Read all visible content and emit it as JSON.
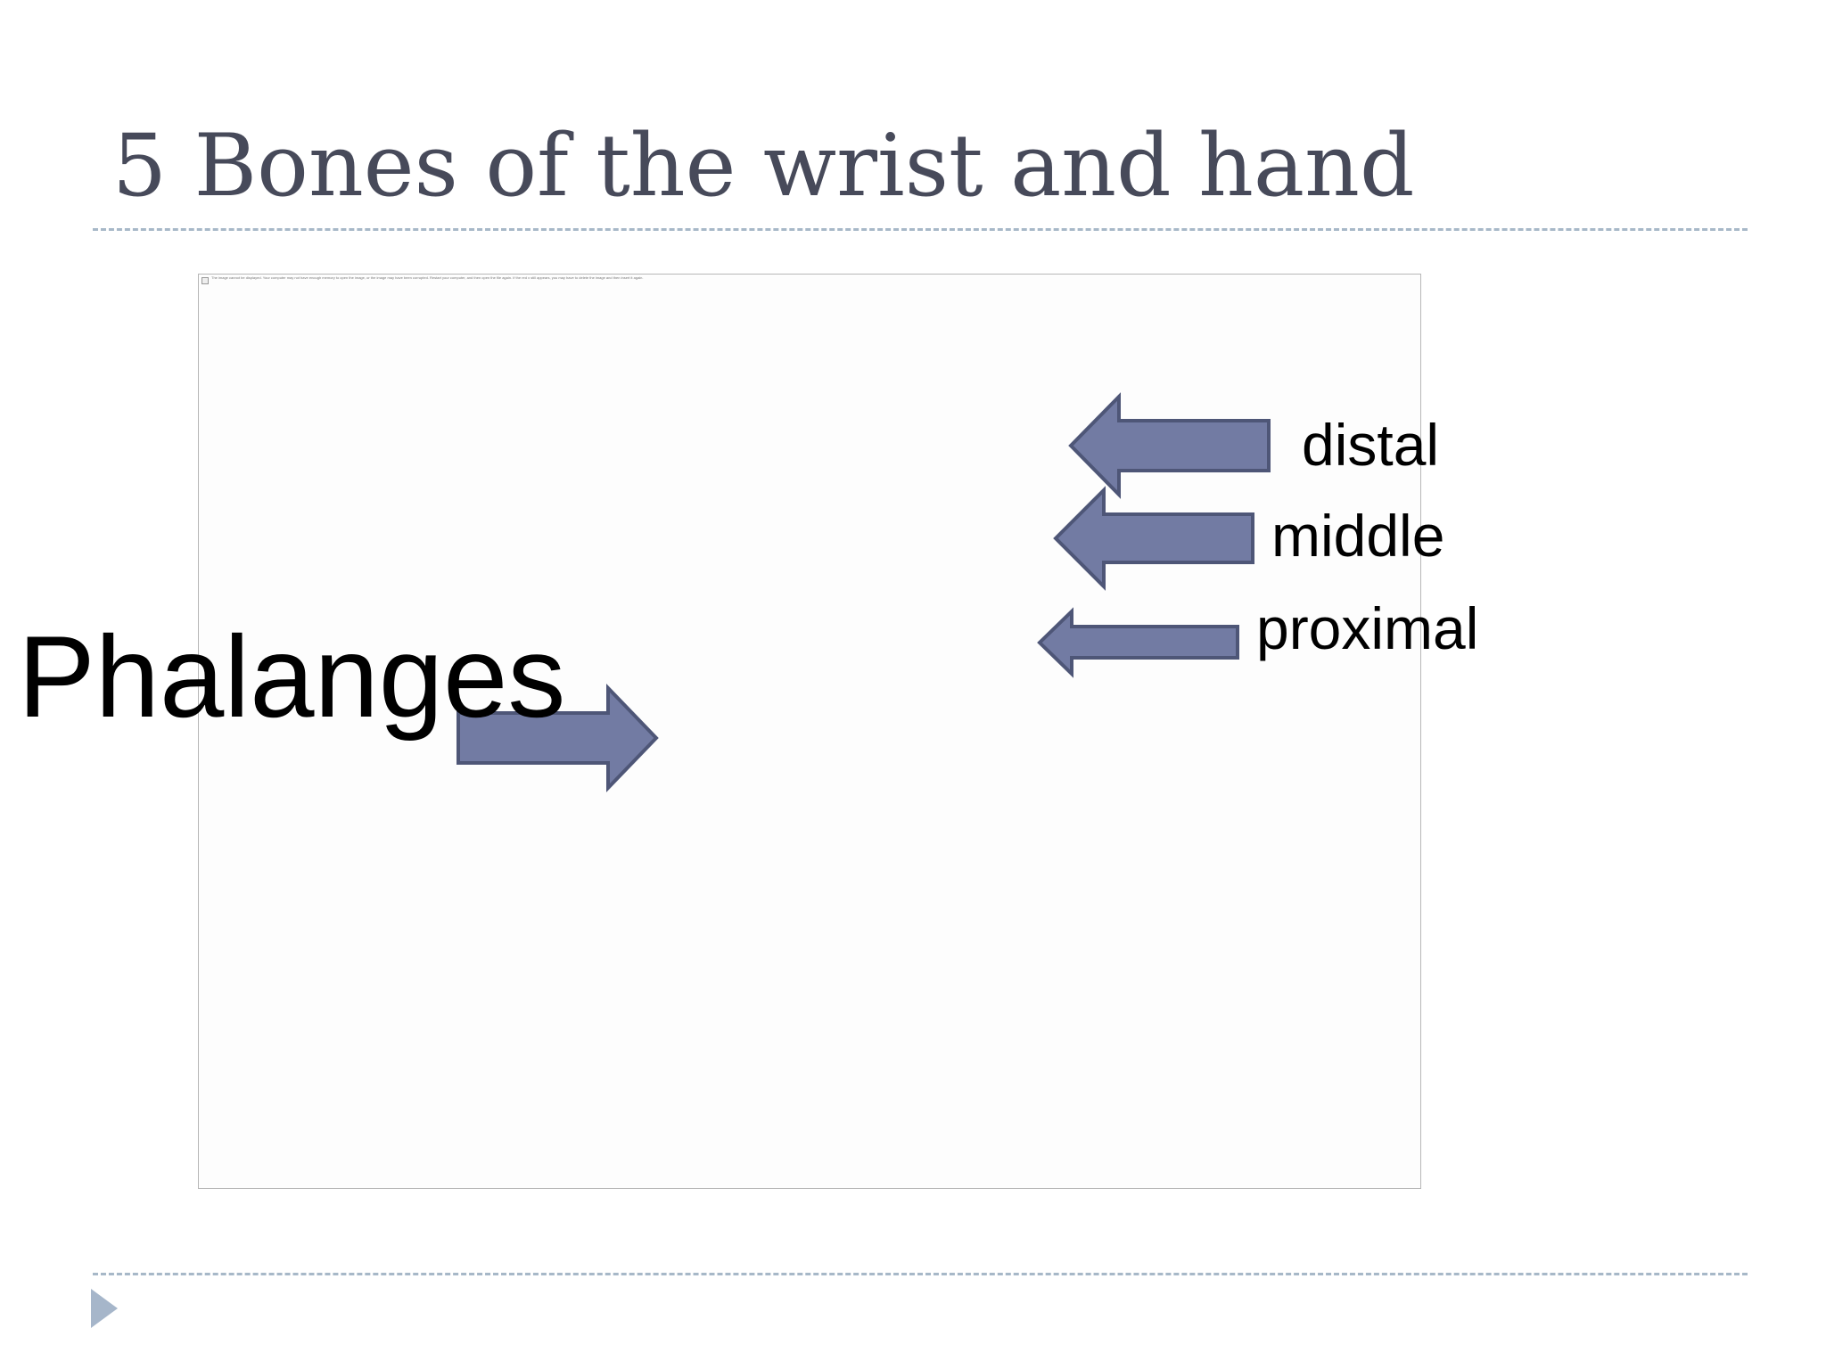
{
  "slide": {
    "title": "5 Bones of the wrist and hand",
    "image_placeholder_text": "The image cannot be displayed. Your computer may not have enough memory to open the image, or the image may have been corrupted. Restart your computer, and then open the file again. If the red x still appears, you may have to delete the image and then insert it again."
  },
  "labels": {
    "phalanges": "Phalanges",
    "distal": "distal",
    "middle": "middle",
    "proximal": "proximal"
  },
  "colors": {
    "arrow_fill": "#727ba3",
    "arrow_stroke": "#4e5677",
    "title": "#474a5a",
    "rule": "#a7b8c8",
    "nav_bullet": "#a6b6ca"
  },
  "icons": {
    "broken_image": "broken-image-icon",
    "nav": "play-triangle-icon"
  }
}
